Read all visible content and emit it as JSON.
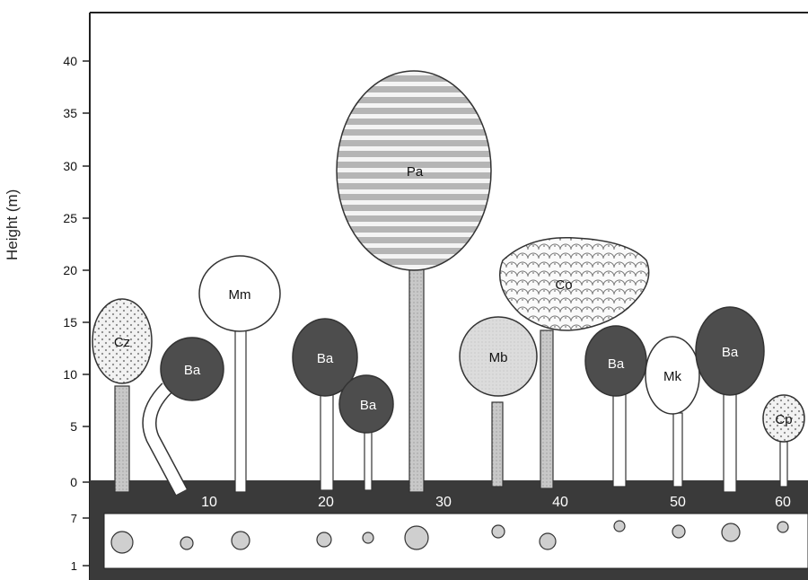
{
  "y_axis": {
    "label": "Height (m)",
    "ticks": [
      "0",
      "5",
      "10",
      "15",
      "20",
      "25",
      "30",
      "35",
      "40"
    ]
  },
  "x_axis": {
    "ticks": [
      "10",
      "20",
      "30",
      "40",
      "50",
      "60"
    ]
  },
  "lower_band": {
    "ticks": [
      "7",
      "1"
    ]
  },
  "trees": [
    {
      "label": "Cz",
      "pattern": "dots"
    },
    {
      "label": "Ba",
      "pattern": "dark"
    },
    {
      "label": "Mm",
      "pattern": "white"
    },
    {
      "label": "Ba",
      "pattern": "dark"
    },
    {
      "label": "Ba",
      "pattern": "dark"
    },
    {
      "label": "Pa",
      "pattern": "stripes"
    },
    {
      "label": "Mb",
      "pattern": "light"
    },
    {
      "label": "Co",
      "pattern": "scales"
    },
    {
      "label": "Ba",
      "pattern": "dark"
    },
    {
      "label": "Mk",
      "pattern": "white"
    },
    {
      "label": "Ba",
      "pattern": "dark"
    },
    {
      "label": "Cp",
      "pattern": "dots"
    }
  ],
  "colors": {
    "ground": "#3a3a3a",
    "dark_crown": "#4d4d4d",
    "light_crown": "#d9d9d9",
    "stripe_crown": "#b9b9b9"
  }
}
